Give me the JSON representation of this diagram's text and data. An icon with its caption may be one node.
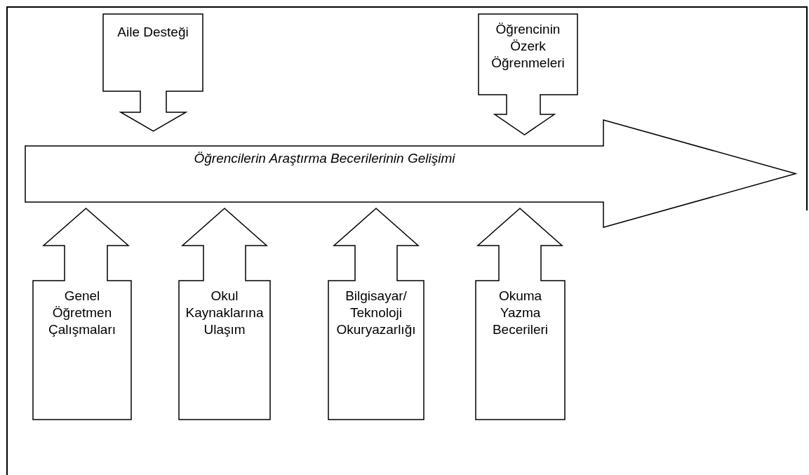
{
  "diagram": {
    "nodes": [
      {
        "text": [
          "Öğrencilerin Araştırma Becerilerinin Gelişimi"
        ]
      },
      {
        "text": [
          "Aile Desteği"
        ]
      },
      {
        "text": [
          "Öğrencinin Özerk Öğrenmeleri"
        ]
      },
      {
        "text": [
          "Genel Öğretmen Çalışmaları"
        ]
      },
      {
        "text": [
          "Okul Kaynaklarına Ulaşım"
        ]
      },
      {
        "text": [
          "Bilgisayar/ Teknoloji Okuryazarlığı"
        ]
      },
      {
        "text": [
          "Okuma Yazma Becerileri"
        ]
      }
    ]
  }
}
